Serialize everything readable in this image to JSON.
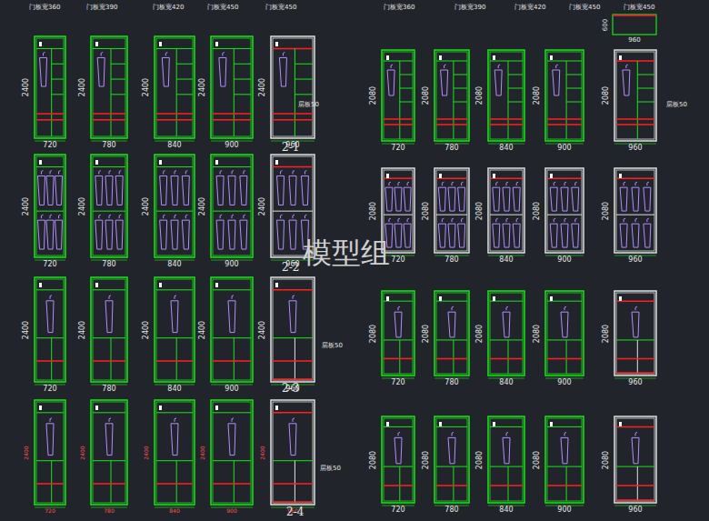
{
  "diagram": {
    "labels": [
      "门板宽360",
      "门板宽390",
      "门板宽420",
      "门板宽450",
      "门板宽450",
      "门板宽360",
      "门板宽390",
      "门板宽420",
      "门板宽450",
      "门板宽450",
      "600",
      "960",
      "2400",
      "720",
      "2400",
      "780",
      "2400",
      "840",
      "2400",
      "900",
      "2400",
      "960",
      "层板50",
      "2-1",
      "2400",
      "720",
      "2400",
      "780",
      "2400",
      "840",
      "2400",
      "900",
      "2400",
      "960",
      "2-2",
      "2400",
      "720",
      "2400",
      "780",
      "2400",
      "840",
      "2400",
      "900",
      "2400",
      "960",
      "层板50",
      "2-3",
      "2400",
      "720",
      "2400",
      "780",
      "2400",
      "840",
      "2400",
      "900",
      "2400",
      "960",
      "层板50",
      "2-4",
      "2080",
      "720",
      "2080",
      "780",
      "2080",
      "840",
      "2080",
      "900",
      "2080",
      "960",
      "层板50",
      "2080",
      "720",
      "2080",
      "780",
      "2080",
      "840",
      "2080",
      "900",
      "2080",
      "960",
      "2080",
      "720",
      "2080",
      "780",
      "2080",
      "840",
      "2080",
      "900",
      "2080",
      "960",
      "2080",
      "720",
      "2080",
      "780",
      "2080",
      "840",
      "2080",
      "900",
      "2080",
      "960",
      "模型组"
    ]
  }
}
